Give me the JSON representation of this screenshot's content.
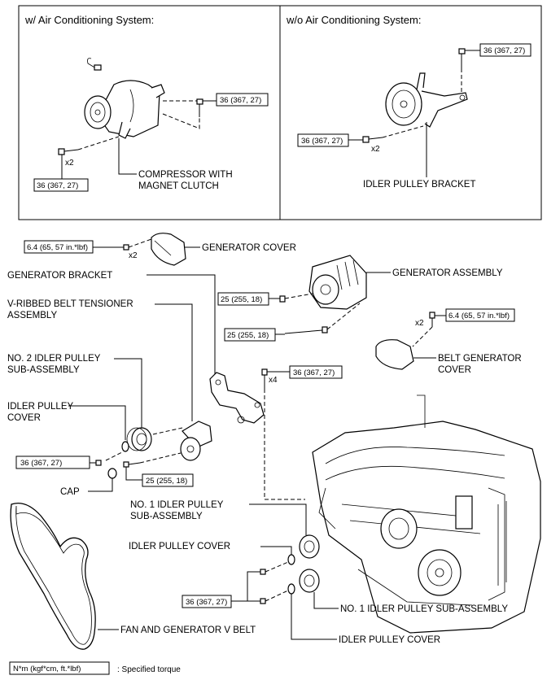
{
  "panels": {
    "with_ac": "w/ Air Conditioning System:",
    "without_ac": "w/o Air Conditioning System:"
  },
  "labels": {
    "compressor": [
      "COMPRESSOR WITH",
      "MAGNET CLUTCH"
    ],
    "idler_bracket": "IDLER PULLEY BRACKET",
    "generator_cover": "GENERATOR COVER",
    "generator_bracket": "GENERATOR BRACKET",
    "generator_assembly": "GENERATOR ASSEMBLY",
    "tensioner": [
      "V-RIBBED BELT TENSIONER",
      "ASSEMBLY"
    ],
    "no2_idler": [
      "NO. 2 IDLER PULLEY",
      "SUB-ASSEMBLY"
    ],
    "idler_cover_left": [
      "IDLER PULLEY",
      "COVER"
    ],
    "cap": "CAP",
    "belt_generator_cover": [
      "BELT GENERATOR",
      "COVER"
    ],
    "no1_idler_upper": [
      "NO. 1 IDLER PULLEY",
      "SUB-ASSEMBLY"
    ],
    "idler_cover_mid": "IDLER PULLEY COVER",
    "no1_idler_lower": "NO. 1 IDLER PULLEY SUB-ASSEMBLY",
    "idler_cover_bottom": "IDLER PULLEY COVER",
    "fan_belt": "FAN AND GENERATOR V BELT"
  },
  "torques": {
    "t_ac_bolt_top": "36 (367, 27)",
    "t_ac_bolt_left": "36 (367, 27)",
    "t_noac_top": "36 (367, 27)",
    "t_noac_left": "36 (367, 27)",
    "t_gen_cover": "6.4 (65, 57 in.*lbf)",
    "t_gen_assy_1": "25 (255, 18)",
    "t_gen_assy_2": "25 (255, 18)",
    "t_belt_gen_cover": "6.4 (65, 57 in.*lbf)",
    "t_bracket": "36 (367, 27)",
    "t_no2_idler": "36 (367, 27)",
    "t_tensioner": "25 (255, 18)",
    "t_no1_idler": "36 (367, 27)"
  },
  "quantities": {
    "q_ac": "x2",
    "q_noac": "x2",
    "q_gen_cover": "x2",
    "q_belt_gen_cover": "x2",
    "q_bracket": "x4"
  },
  "legend": {
    "unit": "N*m (kgf*cm, ft.*lbf)",
    "meaning": ": Specified torque"
  }
}
